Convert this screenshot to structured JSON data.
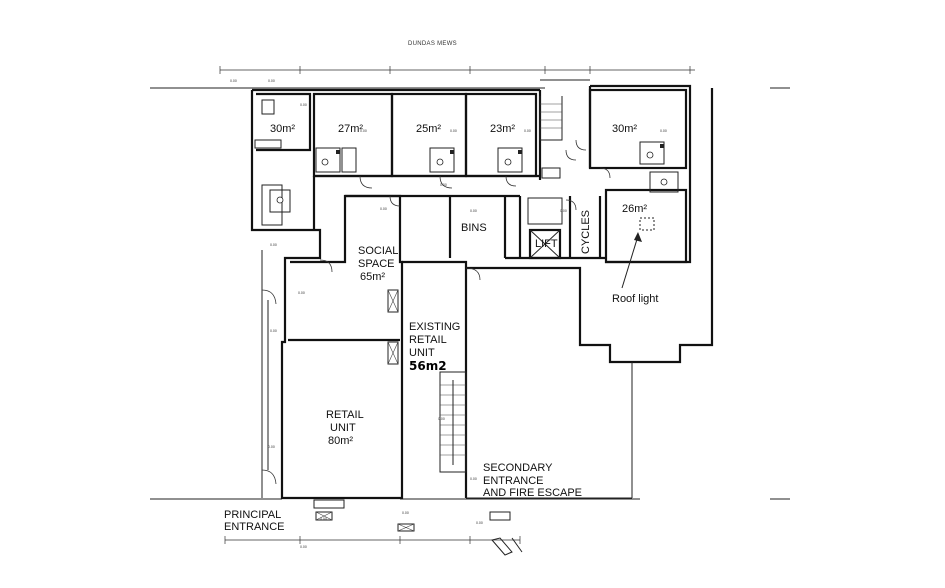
{
  "plan": {
    "street_label": "DUNDAS MEWS",
    "rooms": {
      "room_1_area": "30m²",
      "room_2_area": "27m²",
      "room_3_area": "25m²",
      "room_4_area": "23m²",
      "room_5_area": "30m²",
      "room_6_area": "26m²"
    },
    "social_space": {
      "line1": "SOCIAL",
      "line2": "SPACE",
      "area": "65m²"
    },
    "bins": "BINS",
    "lift": "LIFT",
    "cycles": "CYCLES",
    "roof_light": "Roof light",
    "existing_retail": {
      "line1": "EXISTING",
      "line2": "RETAIL",
      "line3": "UNIT",
      "area": "56m2"
    },
    "retail_unit": {
      "line1": "RETAIL",
      "line2": "UNIT",
      "area": "80m²"
    },
    "secondary_entrance": {
      "line1": "SECONDARY",
      "line2": "ENTRANCE",
      "line3": "AND FIRE ESCAPE"
    },
    "principal_entrance": {
      "line1": "PRINCIPAL",
      "line2": "ENTRANCE"
    }
  }
}
